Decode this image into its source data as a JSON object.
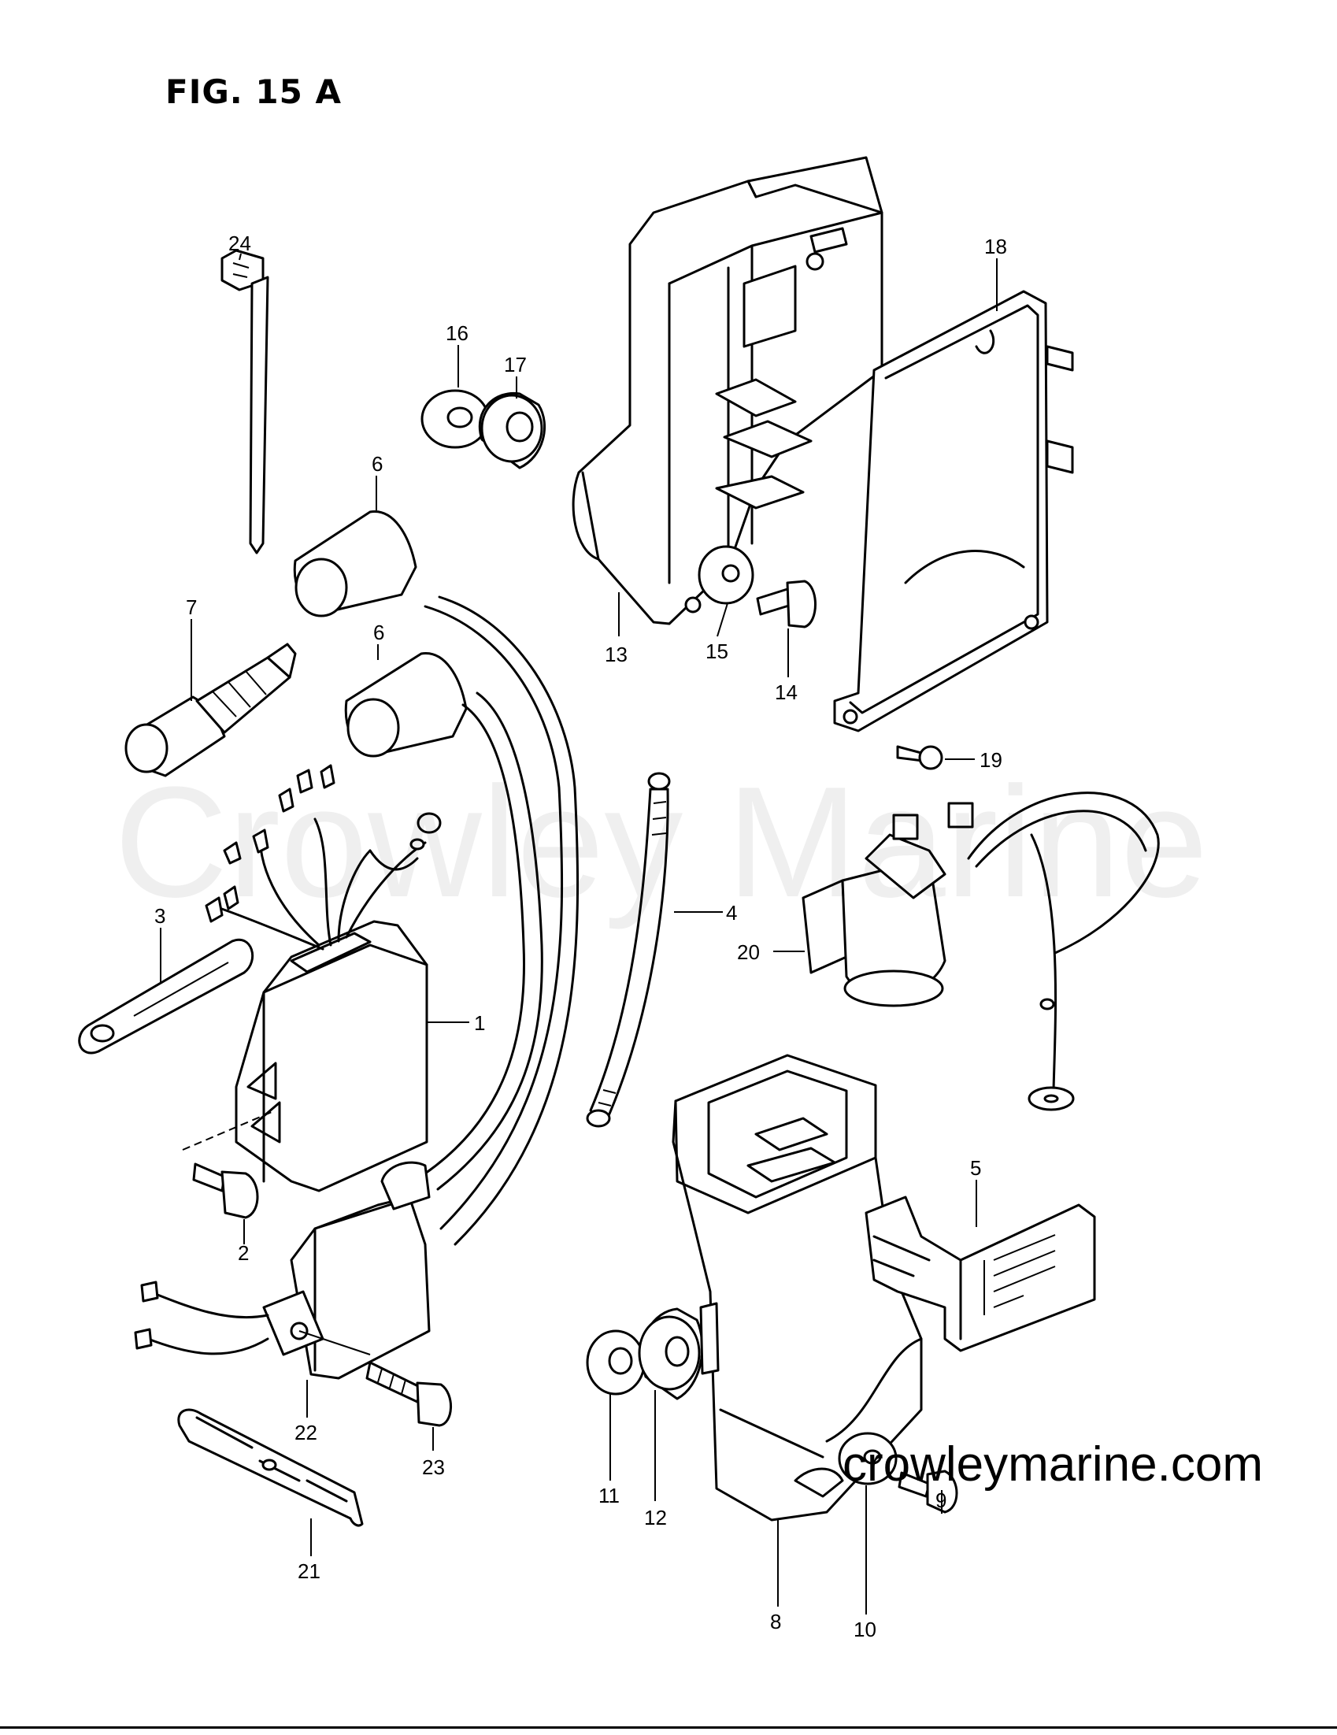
{
  "figure": {
    "title": "FIG. 15 A"
  },
  "watermark": "Crowley Marine",
  "footer": {
    "url": "crowleymarine.com"
  },
  "callouts": [
    {
      "num": "24"
    },
    {
      "num": "16"
    },
    {
      "num": "17"
    },
    {
      "num": "6"
    },
    {
      "num": "7"
    },
    {
      "num": "6"
    },
    {
      "num": "18"
    },
    {
      "num": "13"
    },
    {
      "num": "15"
    },
    {
      "num": "14"
    },
    {
      "num": "19"
    },
    {
      "num": "4"
    },
    {
      "num": "20"
    },
    {
      "num": "3"
    },
    {
      "num": "1"
    },
    {
      "num": "2"
    },
    {
      "num": "5"
    },
    {
      "num": "22"
    },
    {
      "num": "23"
    },
    {
      "num": "11"
    },
    {
      "num": "12"
    },
    {
      "num": "9"
    },
    {
      "num": "21"
    },
    {
      "num": "8"
    },
    {
      "num": "10"
    }
  ]
}
